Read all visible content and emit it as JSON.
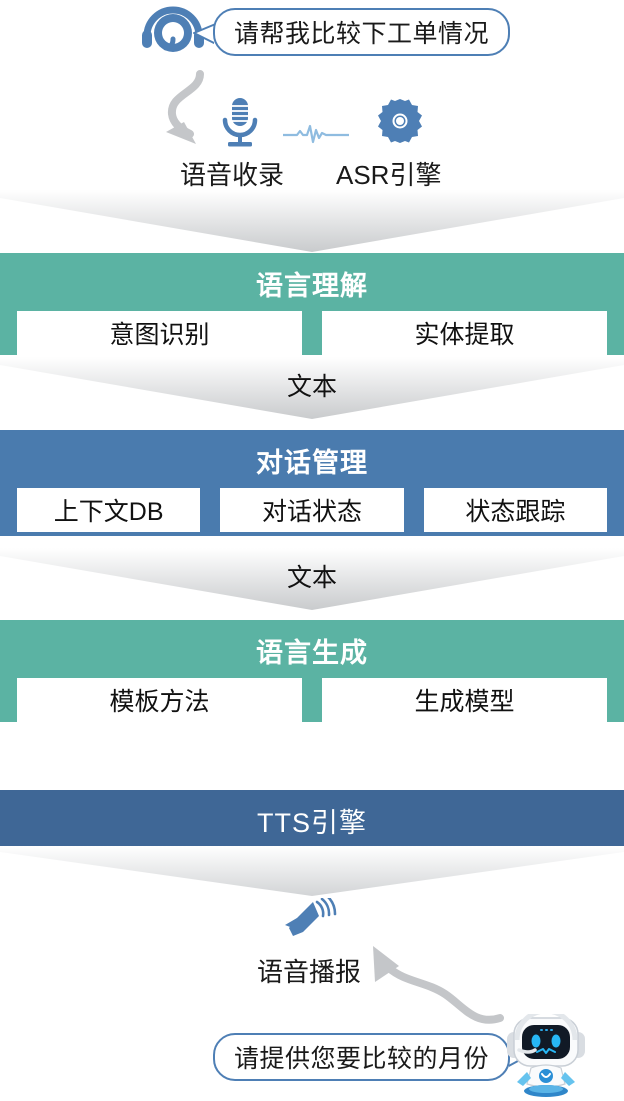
{
  "conversation": {
    "user_request": {
      "text": "请帮我比较下工单情况",
      "speaker_icon": "headset-icon"
    },
    "system_reply": {
      "text": "请提供您要比较的月份",
      "speaker_icon": "robot-icon"
    }
  },
  "capture": {
    "items": [
      {
        "label": "语音收录",
        "icon": "microphone-icon"
      },
      {
        "label": "ASR引擎",
        "icon": "gear-icon"
      }
    ],
    "waveform_icon": "audio-waveform-icon",
    "flow_arrow_icon": "curved-arrow-icon"
  },
  "pipeline": {
    "stages": [
      {
        "id": "understanding",
        "title": "语言理解",
        "color": "#5BB3A3",
        "boxes": [
          "意图识别",
          "实体提取"
        ]
      },
      {
        "id": "dialog",
        "title": "对话管理",
        "color": "#4A7BAE",
        "boxes": [
          "上下文DB",
          "对话状态",
          "状态跟踪"
        ]
      },
      {
        "id": "generation",
        "title": "语言生成",
        "color": "#5BB3A3",
        "boxes": [
          "模板方法",
          "生成模型"
        ]
      },
      {
        "id": "tts",
        "title": "TTS引擎",
        "color": "#3F6796",
        "boxes": []
      }
    ],
    "connectors": [
      {
        "id": "connector-capture-to-understanding",
        "label": ""
      },
      {
        "id": "connector-understanding-to-dialog",
        "label": "文本"
      },
      {
        "id": "connector-dialog-to-generation",
        "label": "文本"
      },
      {
        "id": "connector-tts-to-broadcast",
        "label": ""
      }
    ]
  },
  "output": {
    "label": "语音播报",
    "icon": "speaker-icon",
    "return_arrow_icon": "curved-arrow-icon"
  },
  "colors": {
    "green": "#5BB3A3",
    "blue": "#4A7BAE",
    "dark_blue": "#3F6796",
    "accent_icon": "#4E7FB5",
    "bubble_border": "#4E7FB5",
    "arrow_gray": "#C4C6C9",
    "chevron_gray": "#CFD1D3"
  }
}
